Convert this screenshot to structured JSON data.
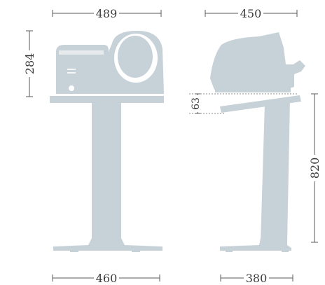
{
  "colors": {
    "machine": "#c7d1d8",
    "lines": "#5a5a5a",
    "text": "#3a3a3a",
    "background": "#ffffff"
  },
  "front_view": {
    "top_width": "489",
    "height": "284",
    "base_width": "460"
  },
  "side_view": {
    "top_depth": "450",
    "tray_gap": "63",
    "stand_height": "820",
    "base_depth": "380"
  }
}
